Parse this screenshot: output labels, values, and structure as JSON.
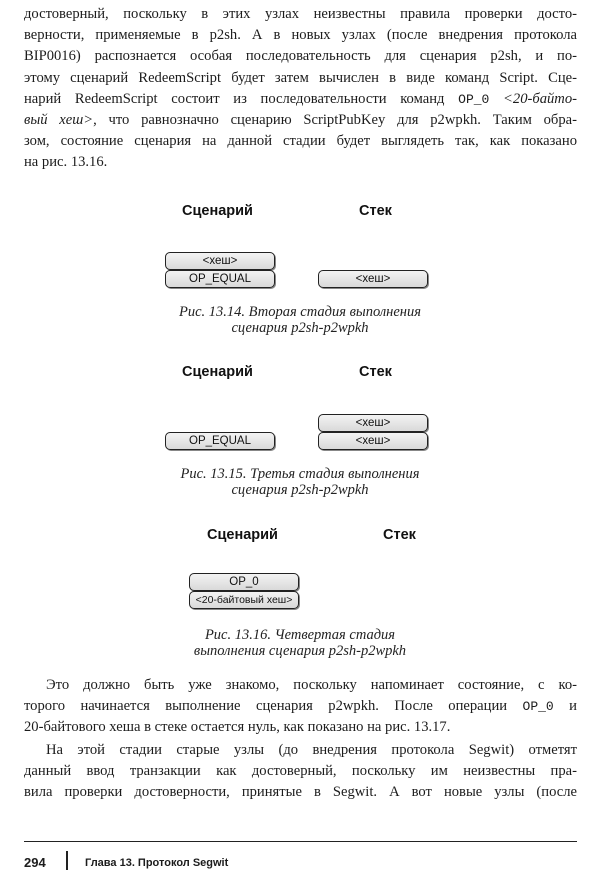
{
  "para_top": {
    "l1": "достоверный, поскольку в этих узлах неизвестны правила проверки досто-",
    "l2": "верности, применяемые в p2sh. А в новых узлах (после внедрения протокола",
    "l3": "BIP0016) распознается особая последовательность для сценария p2sh, и по-",
    "l4": "этому сценарий RedeemScript будет затем вычислен в виде команд Script. Сце-",
    "l5_a": "нарий RedeemScript состоит из последовательности команд ",
    "l5_code": "OP_0",
    "l5_b": " <20-байто-",
    "l6_a": "вый хеш>",
    "l6_b": ", что равнозначно сценарию ScriptPubKey для p2wpkh. Таким обра-",
    "l7": "зом, состояние сценария на данной стадии будет выглядеть так, как показано",
    "l8": "на рис. 13.16."
  },
  "figures": [
    {
      "script_label": "Сценарий",
      "stack_label": "Стек",
      "script": [
        "<хеш>",
        "OP_EQUAL"
      ],
      "stack": [
        "<хеш>"
      ],
      "caption_1": "Рис. 13.14. Вторая стадия выполнения",
      "caption_2": "сценария p2sh-p2wpkh"
    },
    {
      "script_label": "Сценарий",
      "stack_label": "Стек",
      "script": [
        "OP_EQUAL"
      ],
      "stack": [
        "<хеш>",
        "<хеш>"
      ],
      "caption_1": "Рис. 13.15. Третья стадия выполнения",
      "caption_2": "сценария p2sh-p2wpkh"
    },
    {
      "script_label": "Сценарий",
      "stack_label": "Стек",
      "script": [
        "OP_0",
        "<20-байтовый хеш>"
      ],
      "stack": [],
      "caption_1": "Рис. 13.16. Четвертая стадия",
      "caption_2": "выполнения сценария p2sh-p2wpkh"
    }
  ],
  "para_mid": {
    "l1": "Это должно быть уже знакомо, поскольку напоминает состояние, с ко-",
    "l2_a": "торого начинается выполнение сценария p2wpkh. После операции ",
    "l2_code": "OP_0",
    "l2_b": " и",
    "l3": "20-байтового хеша в стеке остается нуль, как показано на рис. 13.17."
  },
  "para_bottom": {
    "l1": "На этой стадии старые узлы (до внедрения протокола Segwit) отметят",
    "l2": "данный ввод транзакции как достоверный, поскольку им неизвестны пра-",
    "l3": "вила проверки достоверности, принятые в Segwit. А вот новые узлы (после"
  },
  "footer": {
    "page_number": "294",
    "chapter": "Глава 13. Протокол Segwit"
  }
}
